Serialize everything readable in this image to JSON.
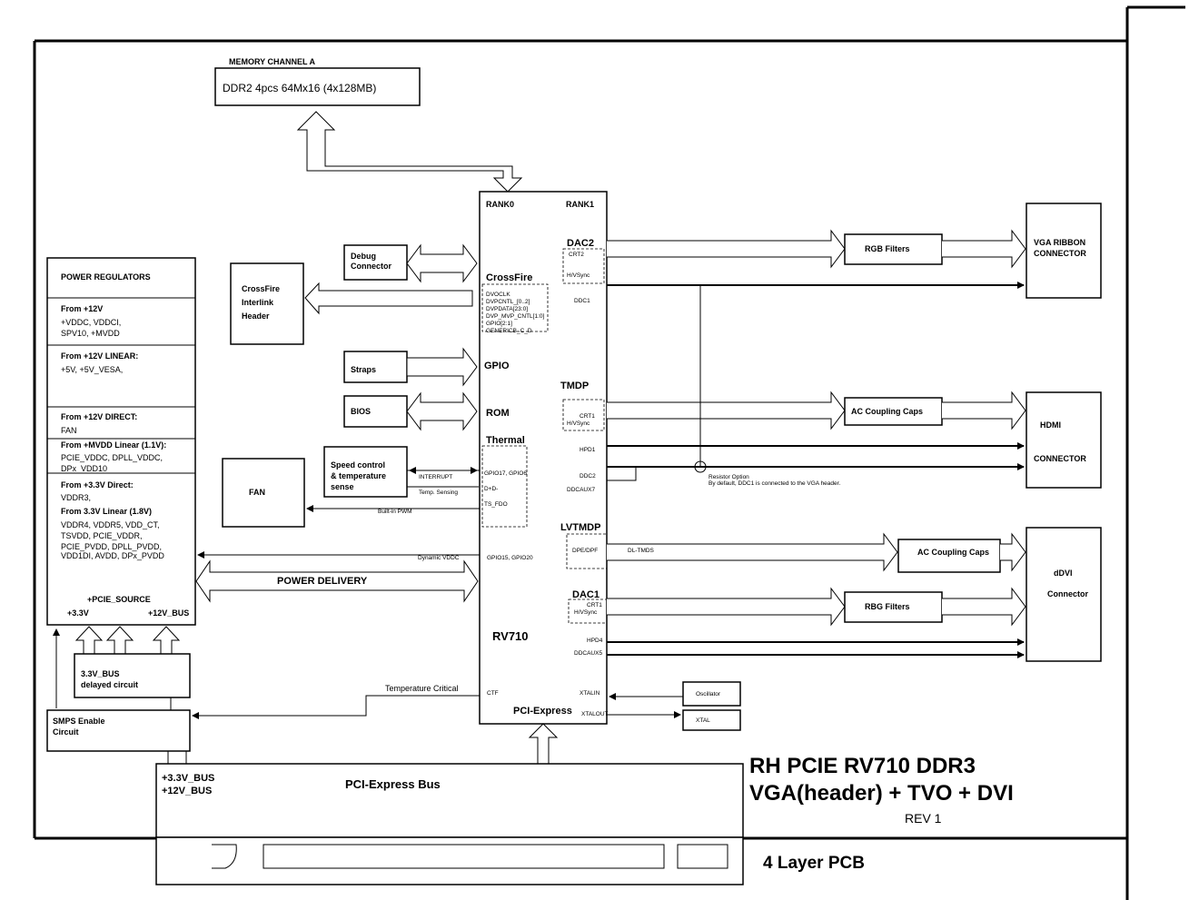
{
  "memory": {
    "title": "MEMORY CHANNEL A",
    "desc": "DDR2 4pcs 64Mx16 (4x128MB)"
  },
  "chip": {
    "rank0": "RANK0",
    "rank1": "RANK1",
    "crossfire": "CrossFire",
    "cf_signals": [
      "DVOCLK",
      "DVPCNTL_[0..2]",
      "DVPDATA[23:0]",
      "DVP_MVP_CNTL[1:0]",
      "GPIO[2:1]",
      "GENERICB_C_D"
    ],
    "gpio": "GPIO",
    "rom": "ROM",
    "thermal": "Thermal",
    "gpio17": "GPIO17, GPIO6",
    "dpdm": "D+D-",
    "tsfdo": "TS_FDO",
    "gpio15": "GPIO15, GPIO20",
    "name": "RV710",
    "ctf": "CTF",
    "pciex": "PCI-Express",
    "dac2": "DAC2",
    "crt2": "CRT2",
    "hvsync2": "H/VSync",
    "ddc1": "DDC1",
    "tmdp": "TMDP",
    "crt1a": "CRT1",
    "hvsync1a": "H/VSync",
    "hpd1": "HPD1",
    "ddc2": "DDC2",
    "ddcaux7": "DDCAUX7",
    "lvtmdp": "LVTMDP",
    "dpedpf": "DPE/DPF",
    "dac1": "DAC1",
    "crt1b": "CRT1",
    "hvsync1b": "H/VSync",
    "hpd4": "HPD4",
    "ddcaux5": "DDCAUX5",
    "xtalin": "XTALIN",
    "xtalout": "XTALOUT"
  },
  "left": {
    "debug": [
      "Debug",
      "Connector"
    ],
    "crossfire_hdr": [
      "CrossFire",
      "Interlink",
      "Header"
    ],
    "straps": "Straps",
    "bios": "BIOS",
    "speed": [
      "Speed control",
      "& temperature",
      "sense"
    ],
    "fan": "FAN",
    "interrupt": "INTERRUPT",
    "temp_sensing": "Temp. Sensing",
    "builtin_pwm": "Built-in PWM",
    "dynamic_vddc": "Dynamic VDDC",
    "power_delivery": "POWER DELIVERY",
    "temp_critical": "Temperature Critical"
  },
  "power": {
    "title": "POWER REGULATORS",
    "s1_head": "From +12V",
    "s1_lines": [
      "+VDDC,  VDDCI,",
      "SPV10, +MVDD"
    ],
    "s2_head": "From +12V LINEAR:",
    "s2_lines": [
      "+5V, +5V_VESA,"
    ],
    "s3_head": "From +12V DIRECT:",
    "s3_lines": [
      "FAN"
    ],
    "s4_head": "From +MVDD Linear (1.1V):",
    "s4_lines": [
      "PCIE_VDDC, DPLL_VDDC,",
      "DPx_VDD10"
    ],
    "s5_head": "From +3.3V Direct:",
    "s5_lines": [
      "VDDR3,"
    ],
    "s6_head": "From 3.3V Linear (1.8V)",
    "s6_lines": [
      "VDDR4, VDDR5, VDD_CT,",
      "TSVDD, PCIE_VDDR,",
      "PCIE_PVDD, DPLL_PVDD,",
      "VDD1DI, AVDD, DPx_PVDD"
    ],
    "pcie_source": "+PCIE_SOURCE",
    "v33": "+3.3V",
    "v12": "+12V_BUS"
  },
  "bus_delay": [
    "3.3V_BUS",
    "delayed circuit"
  ],
  "smps": [
    "SMPS Enable",
    "Circuit"
  ],
  "pcie_bus": {
    "v33": "+3.3V_BUS",
    "v12": "+12V_BUS",
    "label": "PCI-Express Bus"
  },
  "title": {
    "line1": "RH PCIE RV710 DDR3",
    "line2": "VGA(header) + TVO + DVI",
    "rev": "REV 1",
    "pcb": "4 Layer PCB"
  },
  "right": {
    "rgb_filters": "RGB Filters",
    "vga": [
      "VGA RIBBON",
      "CONNECTOR"
    ],
    "ac_caps1": "AC Coupling Caps",
    "hdmi": [
      "HDMI",
      "CONNECTOR"
    ],
    "resistor": [
      "Resistor Option",
      "By default, DDC1 is connected to the VGA header."
    ],
    "dl_tmds": "DL-TMDS",
    "ac_caps2": "AC Coupling Caps",
    "rbg_filters": "RBG Filters",
    "ddvi": [
      "dDVI",
      "Connector"
    ],
    "oscillator": "Oscillator",
    "xtal": "XTAL"
  }
}
